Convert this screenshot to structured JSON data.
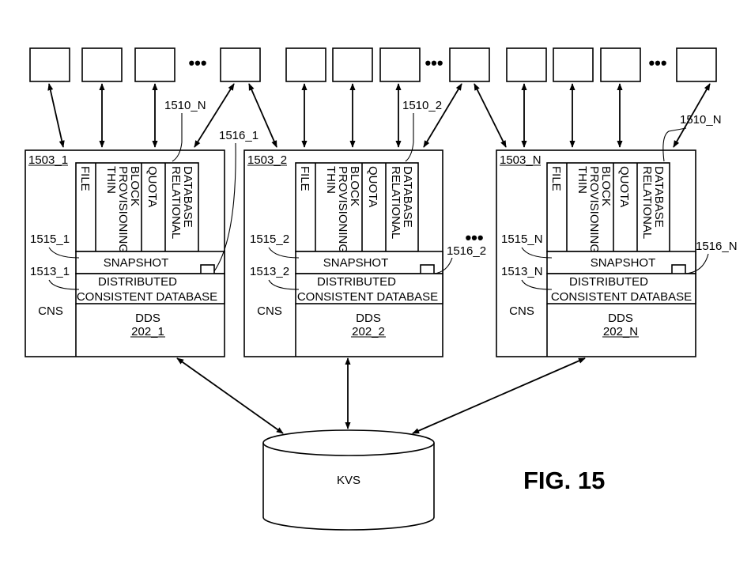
{
  "figure_label": "FIG. 15",
  "kvs_label": "KVS",
  "nodes": [
    {
      "id_label": "1503_1",
      "cns_label": "CNS",
      "columns": [
        "FILE",
        "THIN|PROVISIONING|BLOCK",
        "QUOTA",
        "RELATIONAL|DATABASE"
      ],
      "snapshot_label": "SNAPSHOT",
      "snapshot_ref": "1515_1",
      "dcd_line1": "DISTRIBUTED",
      "dcd_line2": "CONSISTENT DATABASE",
      "dcd_ref": "1513_1",
      "dds_label": "DDS",
      "dds_ref": "202_1",
      "app_ref": "1510_N",
      "marker_ref": "1516_1"
    },
    {
      "id_label": "1503_2",
      "cns_label": "CNS",
      "columns": [
        "FILE",
        "THIN|PROVISIONING|BLOCK",
        "QUOTA",
        "RELATIONAL|DATABASE"
      ],
      "snapshot_label": "SNAPSHOT",
      "snapshot_ref": "1515_2",
      "dcd_line1": "DISTRIBUTED",
      "dcd_line2": "CONSISTENT DATABASE",
      "dcd_ref": "1513_2",
      "dds_label": "DDS",
      "dds_ref": "202_2",
      "app_ref": "1510_2",
      "marker_ref": "1516_2"
    },
    {
      "id_label": "1503_N",
      "cns_label": "CNS",
      "columns": [
        "FILE",
        "THIN|PROVISIONING|BLOCK",
        "QUOTA",
        "RELATIONAL|DATABASE"
      ],
      "snapshot_label": "SNAPSHOT",
      "snapshot_ref": "1515_N",
      "dcd_line1": "DISTRIBUTED",
      "dcd_line2": "CONSISTENT DATABASE",
      "dcd_ref": "1513_N",
      "dds_label": "DDS",
      "dds_ref": "202_N",
      "app_ref": "1510_N",
      "marker_ref": "1516_N"
    }
  ],
  "ellipsis": "•••"
}
